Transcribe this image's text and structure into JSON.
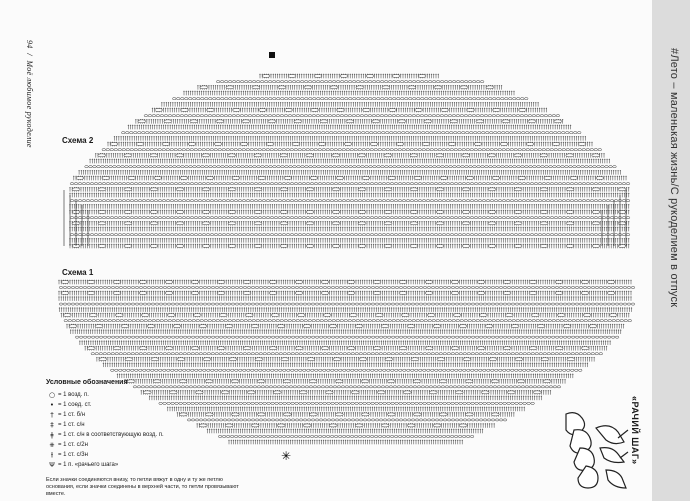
{
  "page": {
    "running_title": "#Лето – маленькая жизнь/С рукоделием в отпуск",
    "page_number": "94",
    "book_title": "Моё любимое рукоделие"
  },
  "schemes": {
    "scheme2_label": "Схема 2",
    "scheme1_label": "Схема 1"
  },
  "legend": {
    "title": "Условные обозначения",
    "items": [
      {
        "symbol": "○",
        "text": "= 1 возд. п."
      },
      {
        "symbol": "•",
        "text": "= 1 соед. ст."
      },
      {
        "symbol": "†",
        "text": "= 1 ст. б/н"
      },
      {
        "symbol": "‡",
        "text": "= 1 ст. с/н"
      },
      {
        "symbol": "ǂ",
        "text": "= 1 ст. с/н в соответствующую возд. п."
      },
      {
        "symbol": "⧺",
        "text": "= 1 ст. с/2н"
      },
      {
        "symbol": "⫲",
        "text": "= 1 ст. с/3н"
      },
      {
        "symbol": "Ψ",
        "text": "= 1 п. «рачьего шага»"
      }
    ],
    "note": "Если значки соединяются внизу, то петли вяжут в одну и ту же петлю основания, если значки соединены в верхней части, то петли провязывают вместе."
  },
  "illustration": {
    "title": "«РАЧИЙ ШАГ»"
  },
  "colors": {
    "ink": "#1a1a1a",
    "paper": "#fbfbfb",
    "band": "#dcdcdc"
  }
}
